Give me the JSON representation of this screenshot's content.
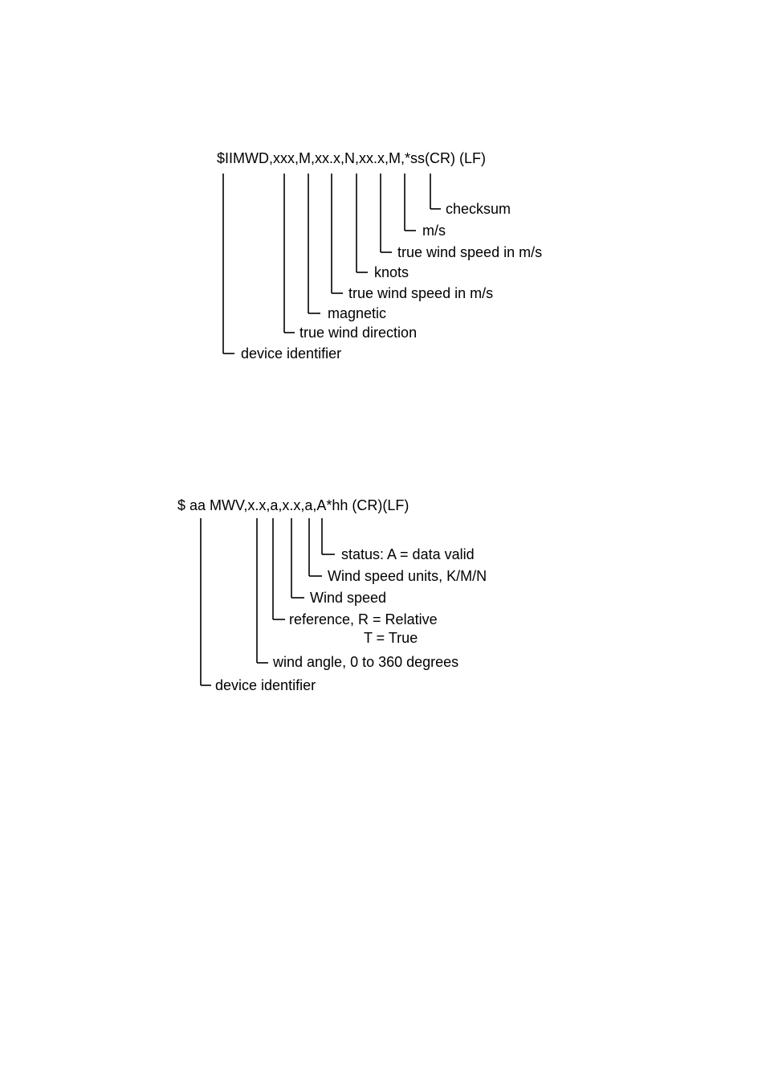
{
  "mwd": {
    "sentence": "$IIMWD,xxx,M,xx.x,N,xx.x,M,*ss(CR) (LF)",
    "fields": [
      {
        "label": "checksum"
      },
      {
        "label": "m/s"
      },
      {
        "label": "true wind speed in m/s"
      },
      {
        "label": "knots"
      },
      {
        "label": "true wind speed in m/s"
      },
      {
        "label": "magnetic"
      },
      {
        "label": "true wind direction"
      },
      {
        "label": "device identifier"
      }
    ]
  },
  "mwv": {
    "sentence": "$ aa MWV,x.x,a,x.x,a,A*hh (CR)(LF)",
    "fields": [
      {
        "label": "status: A = data valid"
      },
      {
        "label": "Wind speed units, K/M/N"
      },
      {
        "label": "Wind speed"
      },
      {
        "label": "reference, R = Relative",
        "label2": "T = True"
      },
      {
        "label": "wind angle, 0 to 360 degrees"
      },
      {
        "label": "device identifier"
      }
    ]
  }
}
